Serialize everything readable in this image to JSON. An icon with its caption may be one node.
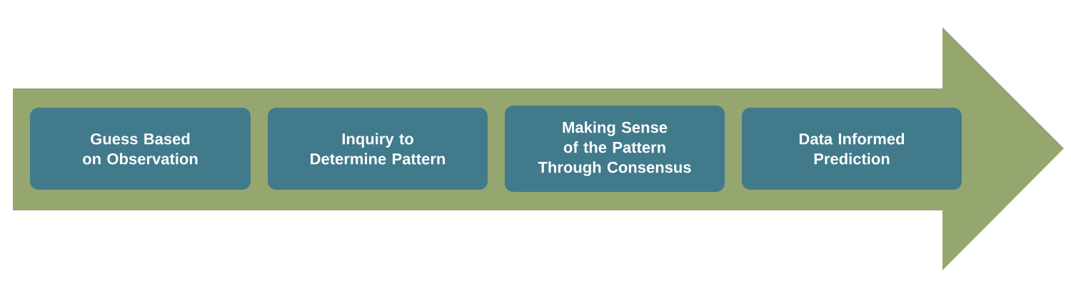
{
  "diagram": {
    "nodes": [
      {
        "text": [
          "Guess Based on Observation"
        ]
      },
      {
        "text": [
          "Inquiry to Determine Pattern"
        ]
      },
      {
        "text": [
          "Making Sense of the Pattern Through Consensus"
        ]
      },
      {
        "text": [
          "Data Informed Prediction"
        ]
      }
    ]
  }
}
